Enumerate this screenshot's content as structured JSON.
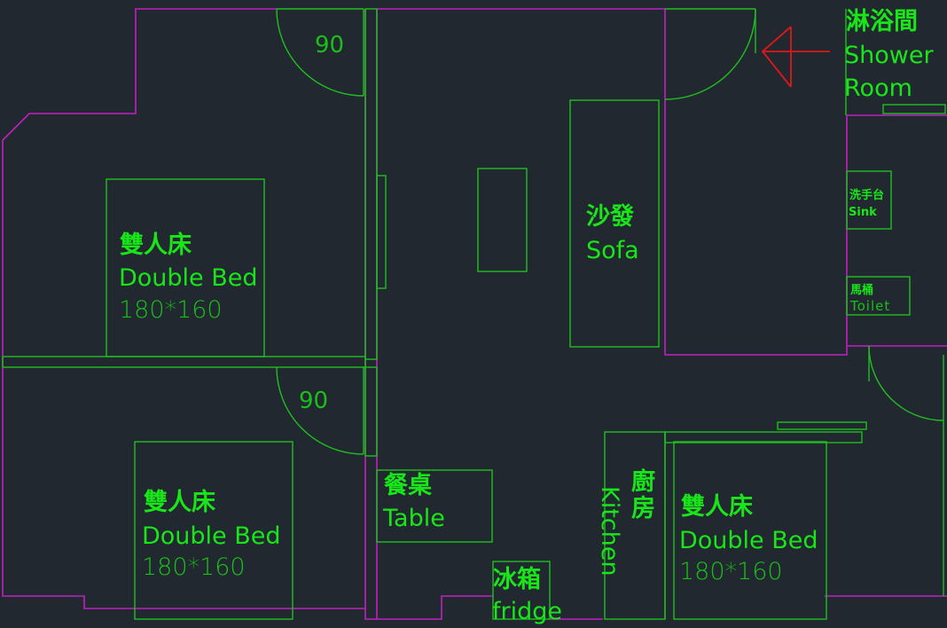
{
  "rooms": {
    "bedroom_top_left": {
      "zh": "雙人床",
      "en": "Double Bed",
      "size": "180*160"
    },
    "bedroom_bottom_left": {
      "zh": "雙人床",
      "en": "Double Bed",
      "size": "180*160"
    },
    "bedroom_bottom_right": {
      "zh": "雙人床",
      "en": "Double Bed",
      "size": "180*160"
    },
    "sofa": {
      "zh": "沙發",
      "en": "Sofa"
    },
    "table": {
      "zh": "餐桌",
      "en": "Table"
    },
    "fridge": {
      "zh": "冰箱",
      "en": "fridge"
    },
    "kitchen": {
      "zh": "廚房",
      "en": "Kitchen"
    },
    "shower": {
      "zh": "淋浴間",
      "en_line1": "Shower",
      "en_line2": "Room"
    },
    "sink": {
      "zh": "洗手台",
      "en": "Sink"
    },
    "toilet": {
      "zh": "馬桶",
      "en": "Toilet"
    }
  },
  "door_angles": {
    "top": "90",
    "middle": "90"
  },
  "colors": {
    "background": "#212830",
    "walls": "#c020c0",
    "furniture": "#1fbf1f",
    "text": "#19e619",
    "arrow": "#e01818"
  }
}
